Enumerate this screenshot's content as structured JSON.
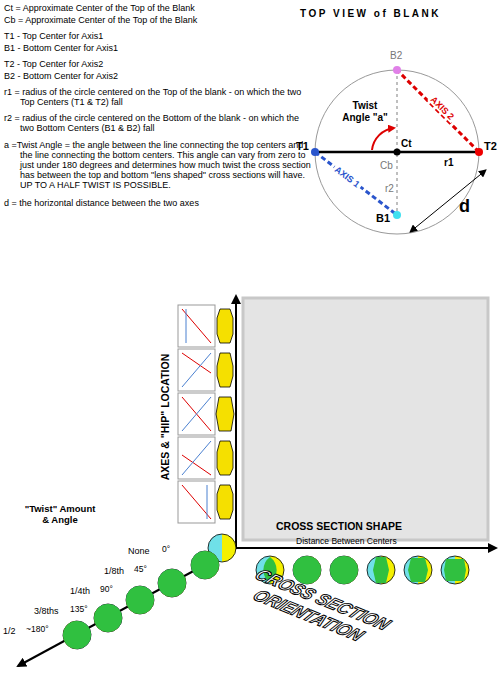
{
  "diagram": {
    "title": "TOP VIEW of BLANK",
    "labels": [
      "Ct = Approximate Center of the Top of the Blank",
      "Cb = Approximate Center of the Top of the Blank",
      "T1 - Top Center for Axis1",
      "B1 - Bottom Center for Axis1",
      "T2 - Top Center for Axis2",
      "B2 - Bottom Center for Axis2",
      "r1 = radius of the circle centered on the Top of the blank - on which the two Top Centers (T1 & T2) fall",
      "r2 = radius of the circle centered on the Bottom of the blank - on which the two Bottom Centers (B1 & B2) fall",
      "a =Twist Angle = the angle between the line connecting the top centers and the line connecting the bottom centers. This angle can vary from zero to just under 180 degrees and determines how much twist the cross section has between the top and bottom \"lens shaped\" cross sections will have. UP TO A HALF TWIST IS POSSIBLE.",
      "d = the horizontal distance between the two axes",
      "B2",
      "Twist Angle \"a\"",
      "T1",
      "Ct",
      "T2",
      "Cb",
      "r1",
      "r2",
      "AXIS 1",
      "AXIS 2",
      "d",
      "B1",
      "AXES & \"HIP\" LOCATION",
      "CROSS SECTION SHAPE",
      "Distance Between Centers",
      "CROSS SECTION ORIENTATION",
      "\"Twist\" Amount & Angle",
      "None",
      "0°",
      "1/8th",
      "45°",
      "1/4th",
      "90°",
      "3/8ths",
      "135°",
      "1/2",
      "~180°"
    ]
  }
}
